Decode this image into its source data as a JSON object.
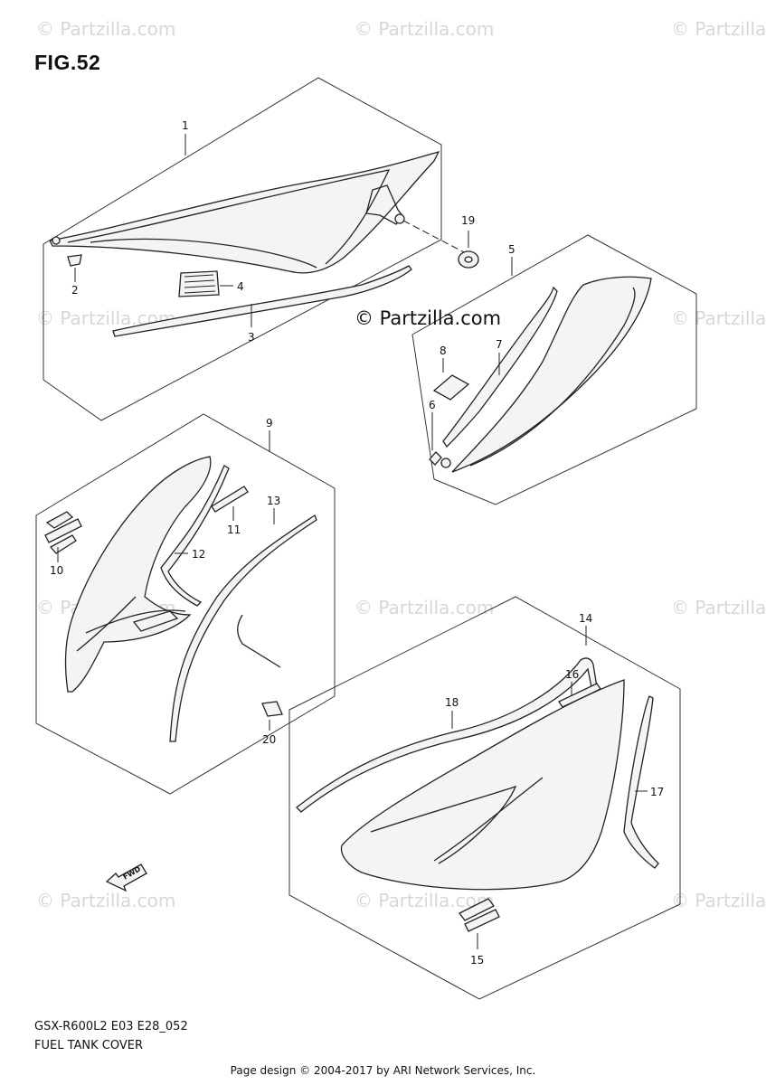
{
  "figure": {
    "title": "FIG.52"
  },
  "captions": {
    "model_code": "GSX-R600L2 E03 E28_052",
    "section_name": "FUEL TANK COVER"
  },
  "footer": {
    "text": "Page design © 2004-2017 by ARI Network Services, Inc."
  },
  "watermark": {
    "text": "© Partzilla.com",
    "center_text": "© Partzilla.com"
  },
  "fwd_label": "FWD",
  "callouts": {
    "n1": "1",
    "n2": "2",
    "n3": "3",
    "n4": "4",
    "n5": "5",
    "n6": "6",
    "n7": "7",
    "n8": "8",
    "n9": "9",
    "n10": "10",
    "n11": "11",
    "n12": "12",
    "n13": "13",
    "n14": "14",
    "n15": "15",
    "n16": "16",
    "n17": "17",
    "n18": "18",
    "n19": "19",
    "n20": "20"
  }
}
